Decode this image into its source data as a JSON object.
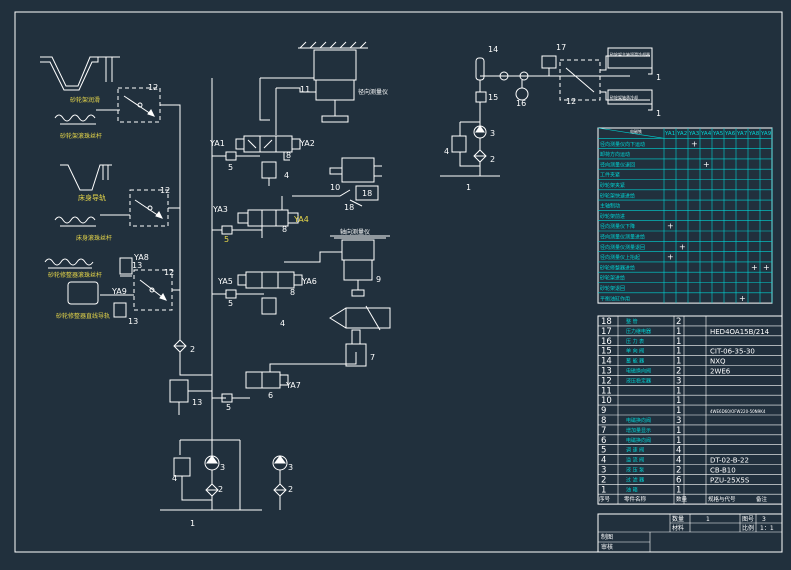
{
  "colors": {
    "background": "#21303d",
    "line": "#ffffff",
    "frame": "#ffffff",
    "table": "#00d4d4",
    "label_yellow": "#e8d84a",
    "label_small": "#d8d870"
  },
  "left_labels": {
    "grind_roll": "砂轮架润滑",
    "grind_screw": "砂轮架滚珠丝杆",
    "bed_rail": "床身导轨",
    "bed_screw": "床身滚珠丝杆",
    "dresser_screw": "砂轮修整器滚珠丝杆",
    "dresser_rail": "砂轮修整器直线导轨",
    "gauge_axial": "轴向测量仪",
    "gauge_radial": "径向测量仪"
  },
  "valves": {
    "ya1": "YA1",
    "ya2": "YA2",
    "ya3": "YA3",
    "ya4": "YA4",
    "ya5": "YA5",
    "ya6": "YA6",
    "ya7": "YA7",
    "ya8": "YA8",
    "ya9": "YA9"
  },
  "numbers": {
    "n1": "1",
    "n2": "2",
    "n3": "3",
    "n4": "4",
    "n5": "5",
    "n6": "6",
    "n7": "7",
    "n8": "8",
    "n9": "9",
    "n10": "10",
    "n11": "11",
    "n12": "12",
    "n13": "13",
    "n14": "14",
    "n15": "15",
    "n16": "16",
    "n17": "17",
    "n18": "18"
  },
  "lube_boxes": {
    "top": "砂轮架主轴润滑冷却器",
    "bottom": "砂轮架轴承冷却"
  },
  "action_table": {
    "header_left": "电磁铁",
    "columns": [
      "YA1",
      "YA2",
      "YA3",
      "YA4",
      "YA5",
      "YA6",
      "YA7",
      "YA8",
      "YA9"
    ],
    "rows": [
      {
        "label": "径向测量仪向下运动",
        "marks": [
          2
        ]
      },
      {
        "label": "卸荷方向运动",
        "marks": []
      },
      {
        "label": "径向测量仪退回",
        "marks": [
          3
        ]
      },
      {
        "label": "工件夹紧",
        "marks": []
      },
      {
        "label": "砂轮架夹紧",
        "marks": []
      },
      {
        "label": "砂轮架快速进给",
        "marks": []
      },
      {
        "label": "主轴制动",
        "marks": []
      },
      {
        "label": "砂轮架前进",
        "marks": []
      },
      {
        "label": "径向测量仪下降",
        "marks": [
          0
        ]
      },
      {
        "label": "径向测量仪测量进给",
        "marks": []
      },
      {
        "label": "径向测量仪测量退回",
        "marks": [
          1
        ]
      },
      {
        "label": "径向测量仪上抬起",
        "marks": [
          0
        ]
      },
      {
        "label": "砂轮修整器进给",
        "marks": [
          7,
          8
        ]
      },
      {
        "label": "砂轮架进给",
        "marks": []
      },
      {
        "label": "砂轮架退回",
        "marks": []
      },
      {
        "label": "平衡油缸作用",
        "marks": [
          6
        ]
      }
    ]
  },
  "parts_table": {
    "rows": [
      {
        "no": "18",
        "name": "整 管",
        "qty": "2",
        "spec": ""
      },
      {
        "no": "17",
        "name": "压力继电器",
        "qty": "1",
        "spec": "HED4OA15B/214"
      },
      {
        "no": "16",
        "name": "压 力 表",
        "qty": "1",
        "spec": ""
      },
      {
        "no": "15",
        "name": "单 向 阀",
        "qty": "1",
        "spec": "CIT-06-35-30"
      },
      {
        "no": "14",
        "name": "蓄 能 器",
        "qty": "1",
        "spec": "NXQ"
      },
      {
        "no": "13",
        "name": "电磁换向阀",
        "qty": "2",
        "spec": "2WE6"
      },
      {
        "no": "12",
        "name": "液压稳定器",
        "qty": "3",
        "spec": ""
      },
      {
        "no": "11",
        "name": "",
        "qty": "1",
        "spec": ""
      },
      {
        "no": "10",
        "name": "",
        "qty": "1",
        "spec": ""
      },
      {
        "no": "9",
        "name": "",
        "qty": "1",
        "spec": "4WE6D60/OFW220-50N9K4"
      },
      {
        "no": "8",
        "name": "电磁换向阀",
        "qty": "3",
        "spec": ""
      },
      {
        "no": "7",
        "name": "增加量显示",
        "qty": "1",
        "spec": ""
      },
      {
        "no": "6",
        "name": "电磁换向阀",
        "qty": "1",
        "spec": ""
      },
      {
        "no": "5",
        "name": "调 速 阀",
        "qty": "4",
        "spec": ""
      },
      {
        "no": "4",
        "name": "溢 流 阀",
        "qty": "4",
        "spec": "DT-02-B-22"
      },
      {
        "no": "3",
        "name": "液 压 泵",
        "qty": "2",
        "spec": "CB-B10"
      },
      {
        "no": "2",
        "name": "过 滤 器",
        "qty": "6",
        "spec": "PZU-25X5S"
      },
      {
        "no": "1",
        "name": "油 箱",
        "qty": "1",
        "spec": ""
      }
    ],
    "header": {
      "no": "序号",
      "name": "零件名称",
      "qty": "数量",
      "spec": "规格与代号",
      "note": "备注"
    }
  },
  "title_block": {
    "qty_label": "数量",
    "qty_value": "1",
    "drawing_no_label": "图号",
    "drawing_no_value": "3",
    "material_label": "材料",
    "scale_label": "比例",
    "scale_value": "1：1",
    "drafter_label": "制图",
    "checker_label": "审核"
  }
}
